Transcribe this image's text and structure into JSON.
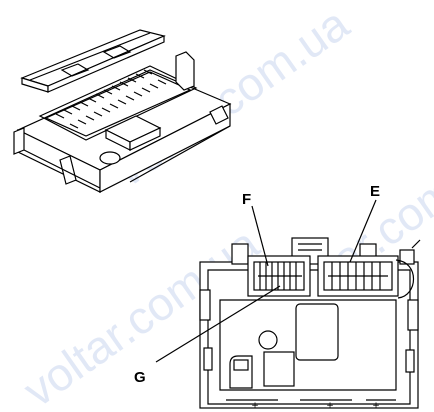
{
  "watermark": {
    "text": "voltar.com.ua",
    "color": "#c9d6ee"
  },
  "callouts": {
    "F": "F",
    "E": "E",
    "G": "G"
  },
  "colors": {
    "line": "#000000",
    "background": "#ffffff",
    "grey_fill": "#e8e8e8"
  }
}
